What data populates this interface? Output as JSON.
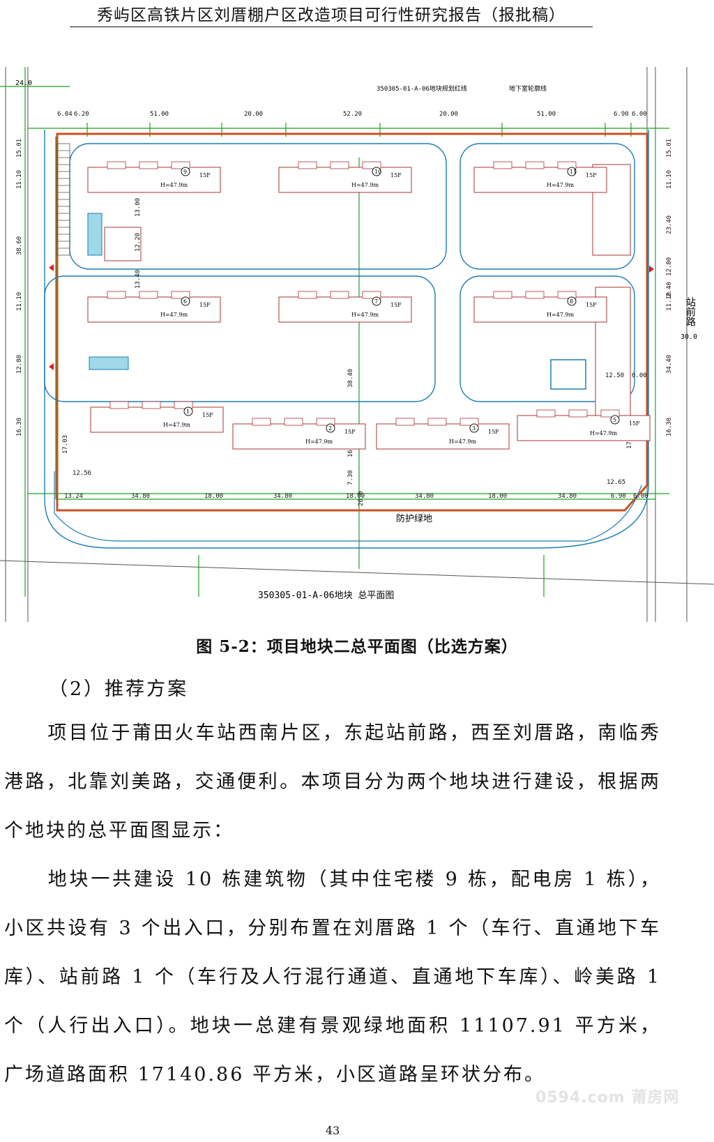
{
  "header": {
    "title": "秀屿区高铁片区刘厝棚户区改造项目可行性研究报告（报批稿）"
  },
  "plan": {
    "top_dims": [
      "6.04",
      "6.20",
      "51.00",
      "20.00",
      "52.20",
      "20.00",
      "51.00",
      "6.90",
      "6.00"
    ],
    "bottom_dims": [
      "13.24",
      "34.80",
      "18.00",
      "34.80",
      "18.00",
      "34.80",
      "18.00",
      "34.80",
      "6.90",
      "6.00"
    ],
    "left_dims": [
      "15.01",
      "11.10",
      "38.60",
      "11.10",
      "12.80",
      "16.30"
    ],
    "right_dims": [
      "15.01",
      "11.10",
      "23.40",
      "12.80",
      "2.40",
      "11.10",
      "34.40",
      "16.30"
    ],
    "road_width_top_left": "24.0",
    "road_width_right": "30.0",
    "block_label_top": "350305-01-A-06地块规划红线",
    "underground_label": "地下室轮廓线",
    "block_label_bottom": "350305-01-A-06地块 总平面图",
    "green_belt_label": "防护绿地",
    "station_road_label": "站前路",
    "buildings": [
      {
        "num": "9",
        "floors": "15F",
        "height": "H=47.9m"
      },
      {
        "num": "10",
        "floors": "15F",
        "height": "H=47.9m"
      },
      {
        "num": "11",
        "floors": "15F",
        "height": "H=47.9m"
      },
      {
        "num": "6",
        "floors": "15F",
        "height": "H=47.9m"
      },
      {
        "num": "7",
        "floors": "15F",
        "height": "H=47.9m"
      },
      {
        "num": "8",
        "floors": "15F",
        "height": "H=47.9m"
      },
      {
        "num": "1",
        "floors": "15F",
        "height": "H=47.9m"
      },
      {
        "num": "2",
        "floors": "15F",
        "height": "H=47.9m"
      },
      {
        "num": "3",
        "floors": "15F",
        "height": "H=47.9m"
      },
      {
        "num": "5",
        "floors": "15F",
        "height": "H=47.9m"
      }
    ],
    "misc_dims": [
      "13.00",
      "12.20",
      "13.40",
      "38.40",
      "12.50",
      "6.00",
      "16.70",
      "7.30",
      "20.0",
      "17.03",
      "12.56",
      "17.61",
      "12.65"
    ]
  },
  "caption": "图 5-2：项目地块二总平面图（比选方案）",
  "sub_heading": "（2）推荐方案",
  "paragraphs": [
    "项目位于莆田火车站西南片区，东起站前路，西至刘厝路，南临秀港路，北靠刘美路，交通便利。本项目分为两个地块进行建设，根据两个地块的总平面图显示：",
    "地块一共建设 10 栋建筑物（其中住宅楼 9 栋，配电房 1 栋），小区共设有 3 个出入口，分别布置在刘厝路 1 个（车行、直通地下车库）、站前路 1 个（车行及人行混行通道、直通地下车库）、岭美路 1 个（人行出入口）。地块一总建有景观绿地面积 11107.91 平方米，广场道路面积 17140.86 平方米，小区道路呈环状分布。"
  ],
  "watermark": "0594.com 莆房网",
  "page_number": "43"
}
